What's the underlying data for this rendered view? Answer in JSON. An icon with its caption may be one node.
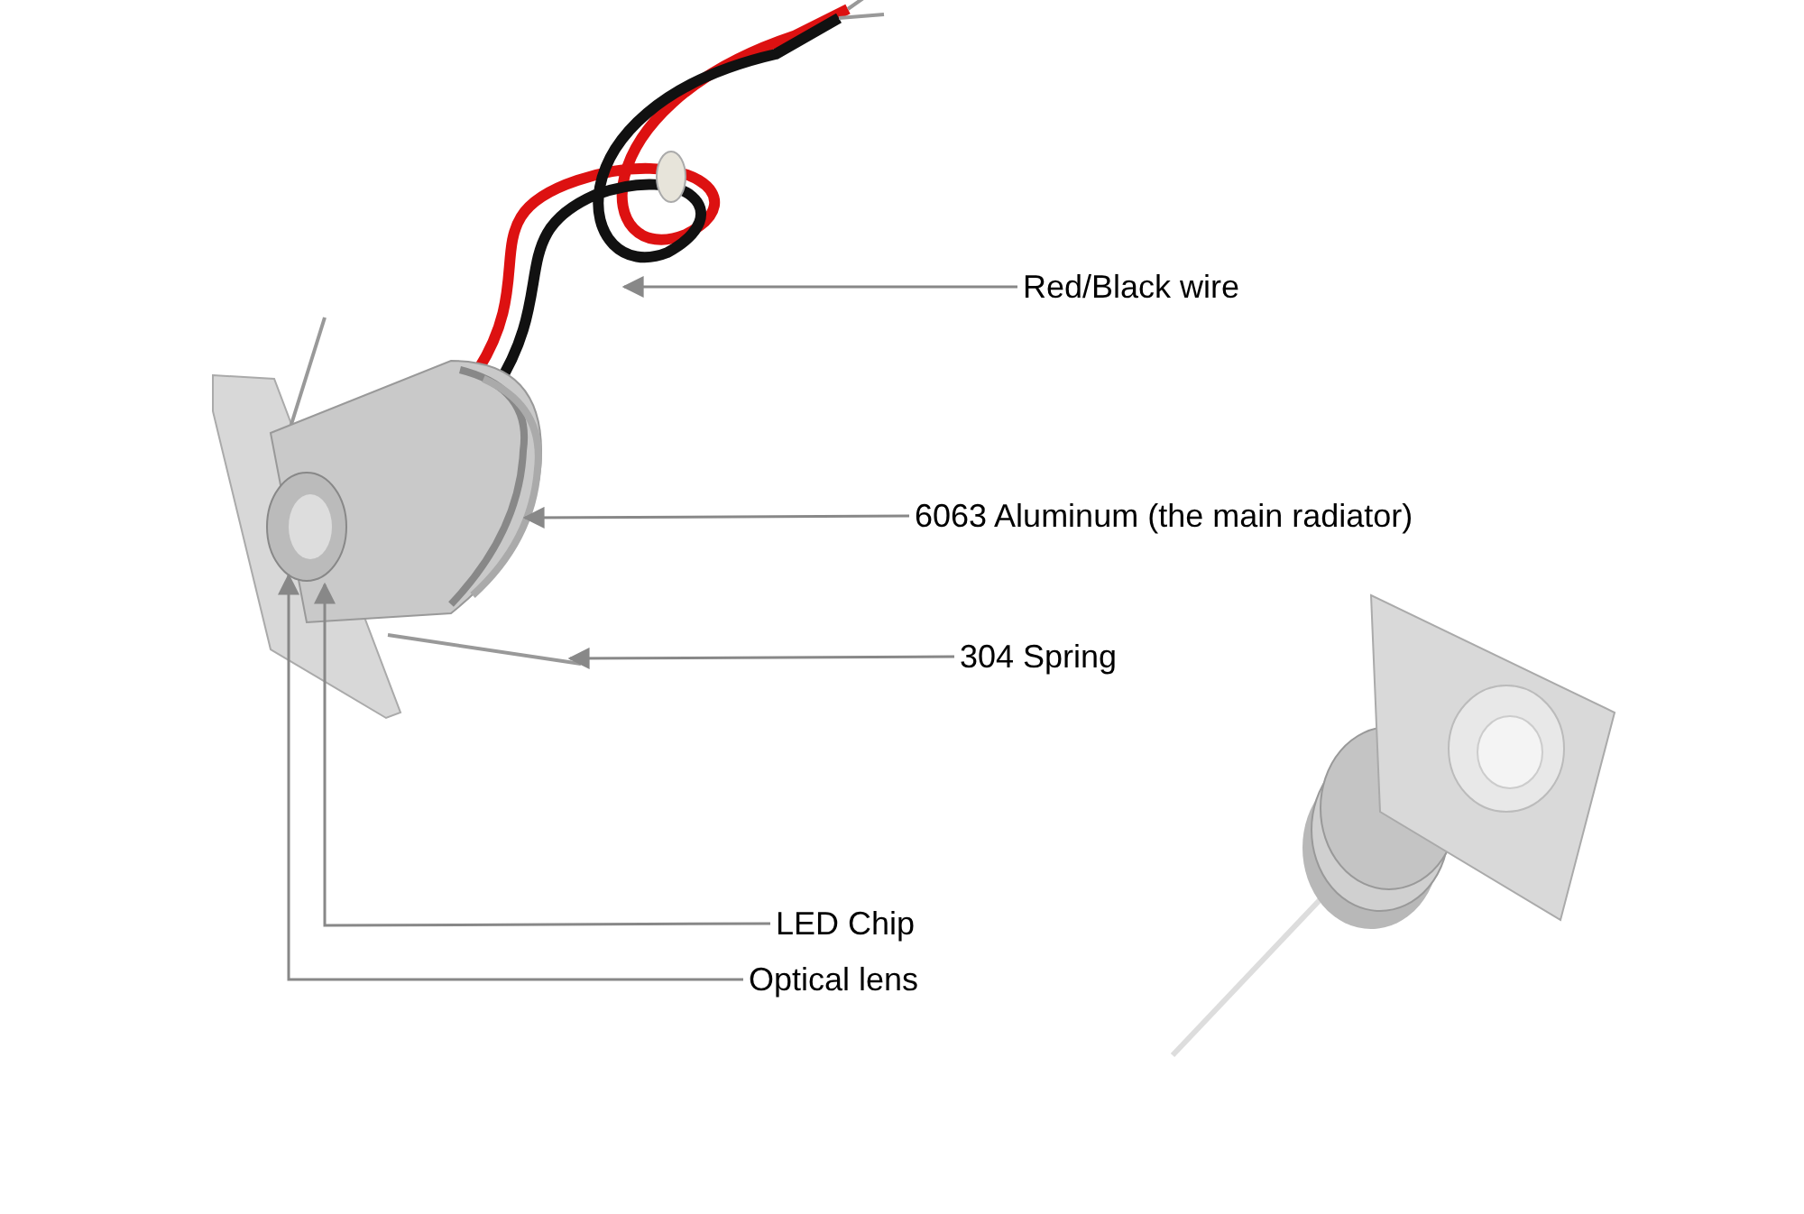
{
  "diagram": {
    "nodes": [
      {
        "text": [
          "Red/Black wire"
        ]
      },
      {
        "text": [
          "6063 Aluminum (the main radiator)"
        ]
      },
      {
        "text": [
          "304 Spring"
        ]
      },
      {
        "text": [
          "LED Chip"
        ]
      },
      {
        "text": [
          "Optical lens"
        ]
      }
    ],
    "edges": [
      {
        "from": 0,
        "to": null,
        "arrow": "to"
      },
      {
        "from": 1,
        "to": null,
        "arrow": "to"
      },
      {
        "from": 2,
        "to": null,
        "arrow": "to"
      },
      {
        "from": 3,
        "to": null,
        "arrow": "to"
      },
      {
        "from": 4,
        "to": null,
        "arrow": "to"
      }
    ]
  }
}
